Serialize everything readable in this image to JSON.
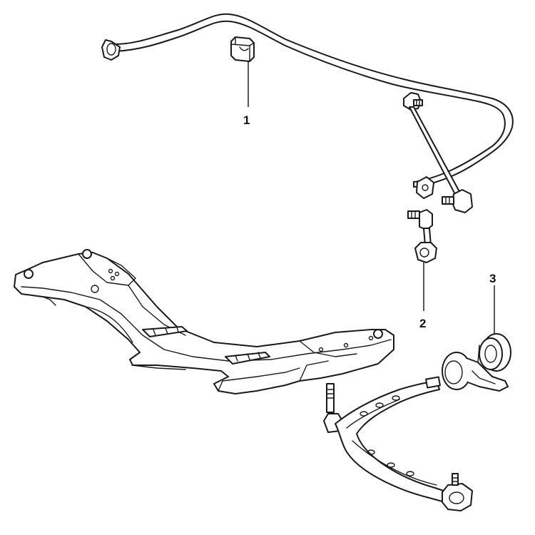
{
  "callouts": {
    "one": "1",
    "two": "2",
    "three": "3"
  },
  "colors": {
    "line": "#1a1a1a",
    "fill": "#ffffff",
    "background": "#ffffff"
  }
}
